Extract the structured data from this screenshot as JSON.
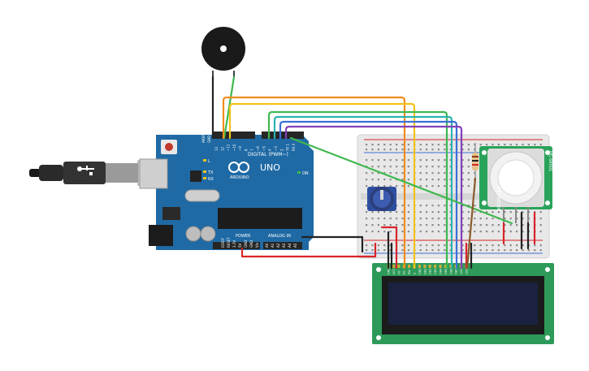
{
  "arduino": {
    "model_text": "UNO",
    "brand_text": "ARDUINO",
    "digital_header_label": "DIGITAL (PWM~)",
    "analog_header_label": "ANALOG IN",
    "power_header_label": "POWER",
    "aref_label": "AREF",
    "gnd_label": "GND",
    "led_l_label": "L",
    "led_tx_label": "TX",
    "led_rx_label": "RX",
    "led_on_label": "ON",
    "digital_pins": [
      "13",
      "12",
      "~11",
      "~10",
      "~9",
      "8",
      "7",
      "~6",
      "~5",
      "4",
      "~3",
      "2",
      "TX 1",
      "RX 0"
    ],
    "power_pins": [
      "IOREF",
      "RESET",
      "3.3V",
      "5V",
      "GND",
      "GND",
      "Vin"
    ],
    "analog_pins": [
      "A0",
      "A1",
      "A2",
      "A3",
      "A4",
      "A5"
    ]
  },
  "pir_sensor": {
    "label_right": "HC-SR501",
    "label_side": "PIR SENSOR",
    "pin_labels": [
      "VCC",
      "OUT",
      "GND"
    ]
  },
  "lcd": {
    "pin_labels": [
      "GND",
      "VCC",
      "V0",
      "RS",
      "RW",
      "E",
      "DB0",
      "DB1",
      "DB2",
      "DB3",
      "DB4",
      "DB5",
      "DB6",
      "DB7",
      "LED",
      "LED"
    ]
  },
  "colors": {
    "board_blue": "#1f6aa5",
    "breadboard": "#e8e8e8",
    "lcd_green": "#2e9a5a",
    "lcd_screen": "#1a2240",
    "pir_green": "#2aa35a",
    "wire_orange": "#f08c1e",
    "wire_yellow": "#f2c21b",
    "wire_green": "#3fb84f",
    "wire_teal": "#2bb3b0",
    "wire_blue": "#3b6fd8",
    "wire_purple": "#8240b8",
    "wire_red": "#d8232a",
    "wire_black": "#222222",
    "wire_brown": "#8a5a2b"
  },
  "icons": [
    "usb-cable-icon",
    "buzzer-icon",
    "potentiometer-icon",
    "resistor-icon",
    "infinity-logo-icon"
  ]
}
